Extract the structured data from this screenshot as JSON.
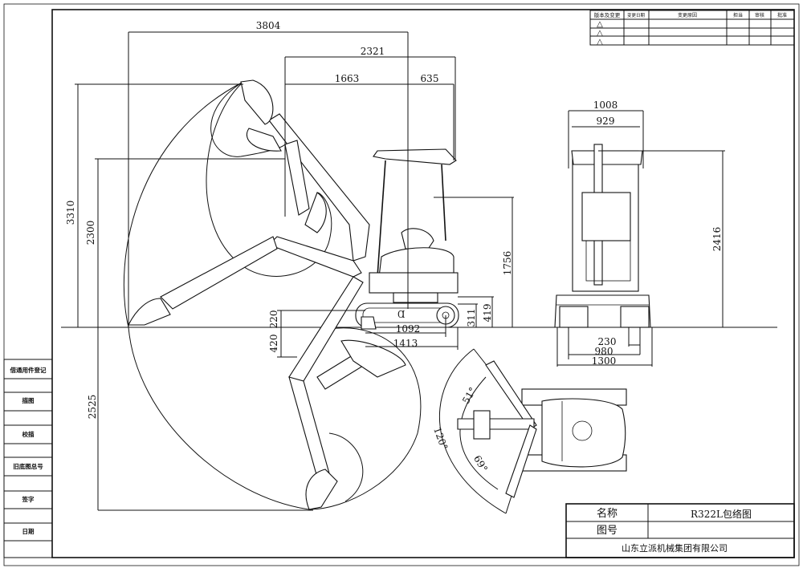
{
  "revision_table": {
    "headers": [
      "版本及变更",
      "变更日期",
      "变更原因",
      "担当",
      "审核",
      "批准"
    ],
    "rows": [
      "△",
      "△",
      "△"
    ]
  },
  "left_sidebar": {
    "items": [
      "借通用件登记",
      "描图",
      "校描",
      "旧底图总号",
      "签字",
      "日期"
    ]
  },
  "title_block": {
    "name_label": "名称",
    "name_value": "R322L包络图",
    "drawing_no_label": "图号",
    "drawing_no_value": "",
    "company": "山东立派机械集团有限公司"
  },
  "side_view_dimensions": {
    "overall_reach": "3804",
    "upper_width": "2321",
    "front_to_swing": "1663",
    "tail_overhang": "635",
    "max_height": "3310",
    "dump_height": "2300",
    "canopy_height": "1756",
    "track_height": "419",
    "counterweight_clearance": "311",
    "blade_lift": "220",
    "blade_depth": "420",
    "track_ground_length": "1092",
    "track_length": "1413",
    "max_dig_depth": "2525"
  },
  "front_view_dimensions": {
    "canopy_width": "1008",
    "inner_width": "929",
    "overall_height": "2416",
    "track_shoe_width": "230",
    "track_gauge": "980",
    "overall_width": "1300"
  },
  "top_view_angles": {
    "total_swing": "120°",
    "left_swing": "51°",
    "right_swing": "69°"
  }
}
